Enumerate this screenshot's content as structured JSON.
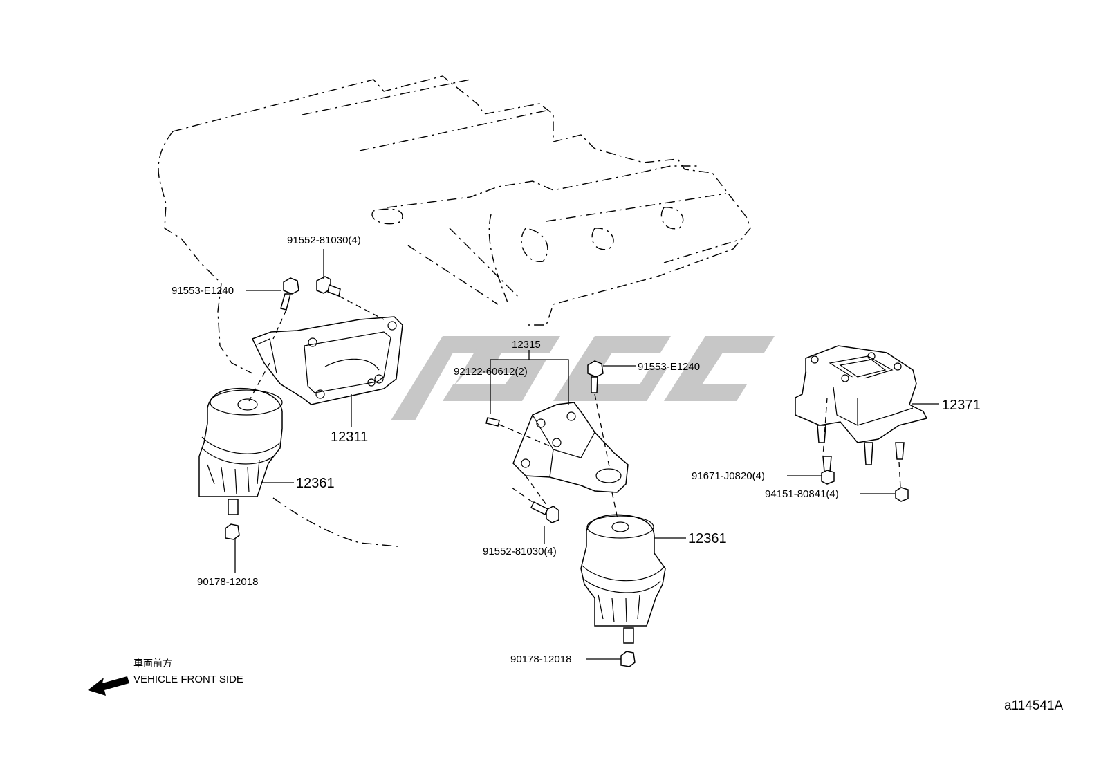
{
  "title": "",
  "watermark_text": "",
  "callouts": {
    "bolt_upper_left": "91552-81030(4)",
    "screw_left": "91553-E1240",
    "bracket_left": "12311",
    "insulator_left": "12361",
    "nut_left": "90178-12018",
    "bracket_center": "12315",
    "stud_center": "92122-60612(2)",
    "screw_center": "91553-E1240",
    "bolt_center": "91552-81030(4)",
    "insulator_center": "12361",
    "nut_center": "90178-12018",
    "rear_mount": "12371",
    "rear_bolt": "91671-J0820(4)",
    "rear_nut": "94151-80841(4)"
  },
  "direction": {
    "label_jp": "車両前方",
    "label_en": "VEHICLE FRONT SIDE"
  },
  "figure_id": "a114541A",
  "colors": {
    "ink": "#000000",
    "watermark": "#c7c7c7",
    "background": "#ffffff"
  }
}
